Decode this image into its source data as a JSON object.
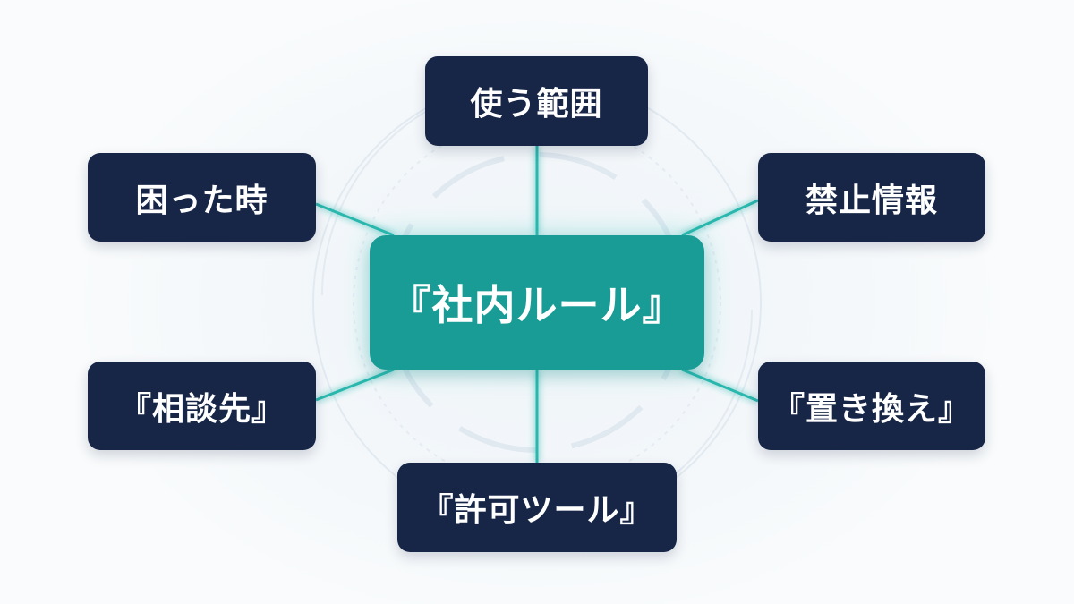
{
  "colors": {
    "node_fill": "#172647",
    "center_fill": "#1a9c96",
    "connector": "#29b7ad",
    "text": "#ffffff"
  },
  "diagram": {
    "center": {
      "label": "『社内ルール』"
    },
    "nodes": {
      "top": {
        "label": "使う範囲"
      },
      "right_top": {
        "label": "禁止情報"
      },
      "right_bottom": {
        "label": "『置き換え』"
      },
      "bottom": {
        "label": "『許可ツール』"
      },
      "left_bottom": {
        "label": "『相談先』"
      },
      "left_top": {
        "label": "困った時"
      }
    }
  }
}
